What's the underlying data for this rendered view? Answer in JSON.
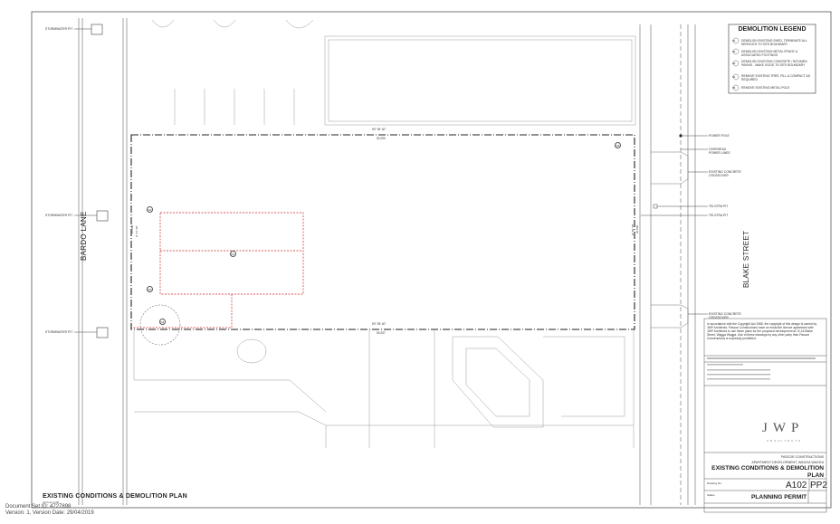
{
  "legend": {
    "title": "DEMOLITION LEGEND",
    "items": [
      {
        "code": "D1",
        "text": "DEMOLISH EXISTING SHED, TERMINATE ALL SERVICES TO SITE BOUNDARY"
      },
      {
        "code": "D2",
        "text": "DEMOLISH EXISTING METAL FENCE & ASSOCIATED FOOTINGS"
      },
      {
        "code": "D3",
        "text": "DEMOLISH EXISTING CONCRETE / BITUMEN PAVING - MAKE GOOD TO SITE BOUNDARY"
      },
      {
        "code": "D4",
        "text": "REMOVE EXISTING TREE, FILL & COMPACT AS REQUIRED"
      },
      {
        "code": "D5",
        "text": "REMOVE EXISTING METAL POLE"
      }
    ]
  },
  "labels": {
    "stormwater_top": "STORMWATER PIT",
    "stormwater_mid": "STORMWATER PIT",
    "stormwater_bot": "STORMWATER PIT",
    "power_pole": "POWER POLE",
    "overhead_power": "OVERHEAD POWER LINES",
    "crossover_top": "EXISTING CONCRETE CROSSOVER",
    "telstra_1": "TELSTRA PIT",
    "telstra_2": "TELSTRA PIT",
    "crossover_bot": "EXISTING CONCRETE CROSSOVER",
    "bardo_lane": "BARDO LANE",
    "blake_street": "BLAKE STREET",
    "bearing_top": "90° 59' 40\"",
    "dist_top": "50.290",
    "bearing_bot": "90° 59' 40\"",
    "dist_bot": "50.297",
    "bearing_left": "0° 41' 38\"",
    "dist_left": "20.090",
    "bearing_right": "0° 59' 38\"",
    "dist_right": "20.090",
    "tag_d5": "D5",
    "tag_d1a": "D1",
    "tag_d1b": "D1",
    "tag_d2": "D2",
    "tag_d3": "D3",
    "tag_d4": "D4"
  },
  "copyright": "In accordance with the Copyright Act 1968, the copyright of this design is owned by JWP Architects. Pascoe Constructions have an exclusive licence agreement with JWP Architects to use these plans for the proposed development at 12-16 Blake Street, Wagga Wagga. Use of these drawings by any other party than Pascoe Constructions is expressly prohibited.",
  "title_block": {
    "client": "PASCOE CONSTRUCTIONS",
    "project": "APARTMENT DEVELOPMENT, WAGGA WAGGA",
    "drawing_title": "EXISTING CONDITIONS & DEMOLITION PLAN",
    "drawing_number_label": "Drawing No.",
    "drawing_number": "A102",
    "revision": "PP2",
    "status_label": "Status",
    "status": "PLANNING PERMIT",
    "logo": "JWP",
    "logo_sub": "ARCHITECTS"
  },
  "sheet": {
    "title": "EXISTING CONDITIONS & DEMOLITION PLAN",
    "scale": "SCALE 1:200"
  },
  "footer": {
    "doc_set": "Document Set ID: 4727898",
    "version": "Version: 1, Version Date: 29/04/2019"
  }
}
